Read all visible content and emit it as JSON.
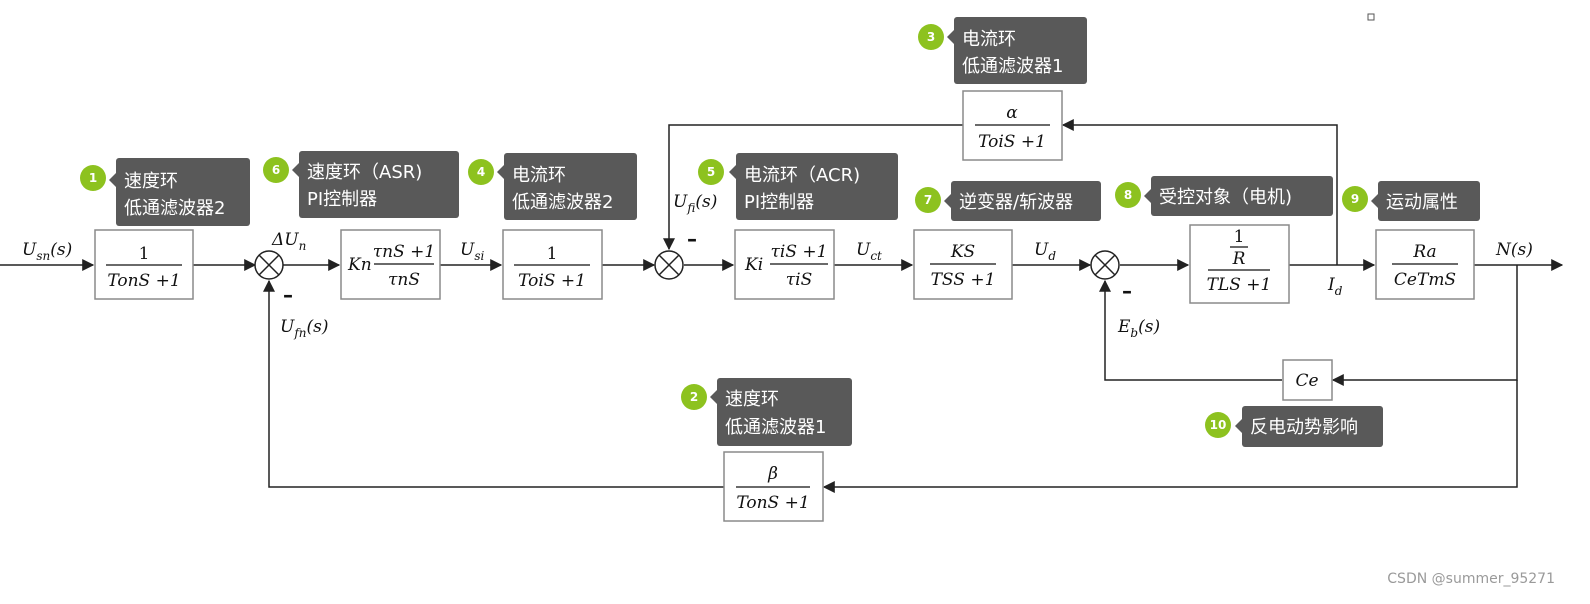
{
  "signals": {
    "usn": "U",
    "usn_sub": "sn",
    "usn_tail": "(s)",
    "delta_un": "ΔU",
    "delta_un_sub": "n",
    "ufn": "U",
    "ufn_sub": "fn",
    "ufn_tail": "(s)",
    "usi": "U",
    "usi_sub": "si",
    "ufi": "U",
    "ufi_sub": "fi",
    "ufi_tail": "(s)",
    "uct": "U",
    "uct_sub": "ct",
    "ud": "U",
    "ud_sub": "d",
    "eb": "E",
    "eb_sub": "b",
    "eb_tail": "(s)",
    "id": "I",
    "id_sub": "d",
    "ns": "N(s)"
  },
  "blocks": {
    "speed_filter_2": {
      "num": "1",
      "den": "TonS +1"
    },
    "asr": {
      "prefix": "Kn",
      "num": "τnS +1",
      "den": "τnS"
    },
    "current_filter_2": {
      "num": "1",
      "den": "ToiS +1"
    },
    "acr": {
      "prefix": "Ki",
      "num": "τiS +1",
      "den": "τiS"
    },
    "inverter": {
      "num": "KS",
      "den": "TSS +1"
    },
    "motor": {
      "num_top": "1",
      "num_bot": "R",
      "den": "TLS +1"
    },
    "motion": {
      "num": "Ra",
      "den": "CeTmS"
    },
    "current_filter_1": {
      "num": "α",
      "den": "ToiS +1"
    },
    "speed_filter_1": {
      "num": "β",
      "den": "TonS +1"
    },
    "back_emf": {
      "label": "Ce"
    }
  },
  "callouts": [
    {
      "badge": "1",
      "line1": "速度环",
      "line2": "低通滤波器2"
    },
    {
      "badge": "2",
      "line1": "速度环",
      "line2": "低通滤波器1"
    },
    {
      "badge": "3",
      "line1": "电流环",
      "line2": "低通滤波器1"
    },
    {
      "badge": "4",
      "line1": "电流环",
      "line2": "低通滤波器2"
    },
    {
      "badge": "5",
      "line1": "电流环（ACR)",
      "line2": "PI控制器"
    },
    {
      "badge": "6",
      "line1": "速度环（ASR)",
      "line2": "PI控制器"
    },
    {
      "badge": "7",
      "line1": "逆变器/斩波器",
      "line2": ""
    },
    {
      "badge": "8",
      "line1": "受控对象（电机)",
      "line2": ""
    },
    {
      "badge": "9",
      "line1": "运动属性",
      "line2": ""
    },
    {
      "badge": "10",
      "line1": "反电动势影响",
      "line2": ""
    }
  ],
  "minus_sign": "–",
  "watermark": "CSDN @summer_95271"
}
